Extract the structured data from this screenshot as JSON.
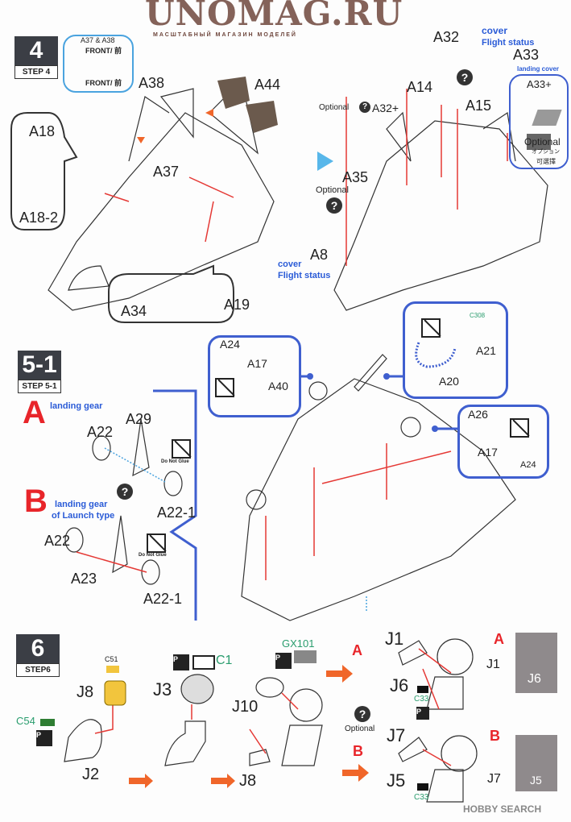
{
  "step4": {
    "number": "4",
    "label": "STEP 4",
    "inset": {
      "title": "A37 & A38",
      "front1": "FRONT/ 前",
      "front2": "FRONT/ 前"
    },
    "parts": {
      "a38": "A38",
      "a44": "A44",
      "a18": "A18",
      "a18_2": "A18-2",
      "a37": "A37",
      "a34": "A34",
      "a19": "A19"
    },
    "right": {
      "a32": "A32",
      "cover1": "cover",
      "flight1": "Flight status",
      "a33": "A33",
      "landing_cover": "landing  cover",
      "a14": "A14",
      "a15": "A15",
      "opt_a32": "Optional",
      "a32_plus": "A32+",
      "a33_plus": "A33+",
      "opt_right": "Optional",
      "opt_jp": "オプション",
      "opt_cn": "可選擇",
      "a35": "A35",
      "opt_left": "Optional",
      "a8": "A8",
      "cover2": "cover",
      "flight2": "Flight status"
    }
  },
  "step5": {
    "number": "5-1",
    "label": "STEP 5-1",
    "variant_a": {
      "letter": "A",
      "title": "landing gear",
      "a29": "A29",
      "a22": "A22",
      "do_not_glue": "Do Not Glue",
      "a22_1": "A22-1"
    },
    "variant_b": {
      "letter": "B",
      "title1": "landing gear",
      "title2": "of Launch type",
      "a22": "A22",
      "do_not_glue": "Do Not Glue",
      "a23": "A23",
      "a22_1": "A22-1"
    },
    "inset1": {
      "a24": "A24",
      "a17": "A17",
      "a40": "A40"
    },
    "inset2": {
      "c308": "C308",
      "a21": "A21",
      "a20": "A20"
    },
    "inset3": {
      "a26": "A26",
      "a17": "A17",
      "a24": "A24"
    }
  },
  "step6": {
    "number": "6",
    "label": "STEP6",
    "c51": "C51",
    "j8": "J8",
    "c54": "C54",
    "j2": "J2",
    "j3": "J3",
    "c1": "C1",
    "gx101": "GX101",
    "j10": "J10",
    "j8b": "J8",
    "a": "A",
    "b": "B",
    "j1": "J1",
    "j6": "J6",
    "c33a": "C33",
    "optional": "Optional",
    "j7": "J7",
    "j5": "J5",
    "c33b": "C33",
    "photo_a": {
      "letter": "A",
      "j1": "J1",
      "j6": "J6"
    },
    "photo_b": {
      "letter": "B",
      "j7": "J7",
      "j5": "J5"
    }
  },
  "watermark": {
    "main": "UNOMAG.RU",
    "sub": "МАСШТАБНЫЙ МАГАЗИН МОДЕЛЕЙ"
  },
  "credit": {
    "brand": "HOBBY SEARCH"
  },
  "colors": {
    "accent_blue": "#2a5bd7",
    "inset_border": "#3f5fcf",
    "red": "#e8252a",
    "green": "#2a9d6e",
    "step_bg": "#3b3e45",
    "c51_yellow": "#f2c53d",
    "c54_green": "#2e7d32"
  }
}
